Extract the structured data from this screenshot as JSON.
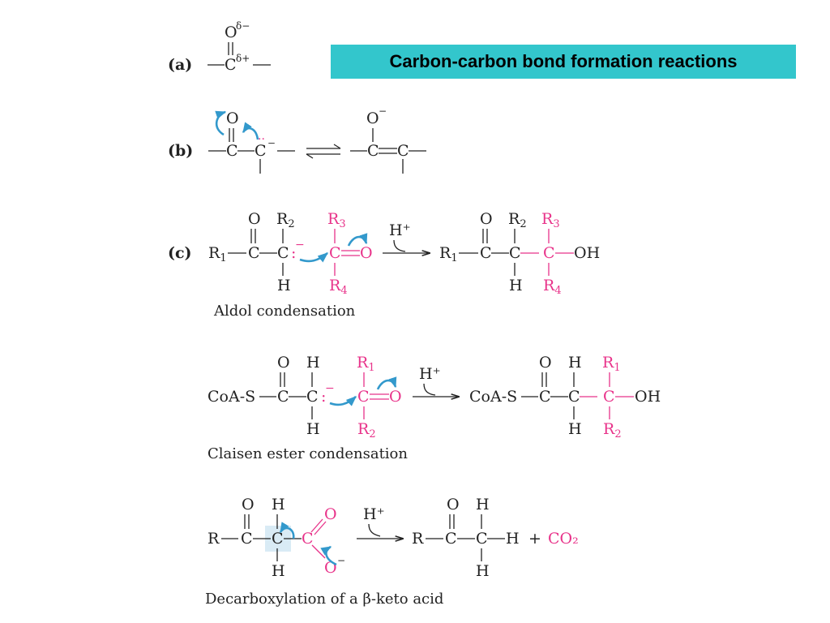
{
  "title": "Carbon-carbon bond formation reactions",
  "colors": {
    "banner": "#33c6cc",
    "highlight": "#e8338a",
    "arrow": "#3399cc",
    "text": "#222222"
  },
  "panels": {
    "a": {
      "label": "(a)"
    },
    "b": {
      "label": "(b)"
    },
    "c": {
      "label": "(c)"
    }
  },
  "captions": {
    "aldol": "Aldol condensation",
    "claisen": "Claisen ester condensation",
    "decarb": "Decarboxylation of a β-keto acid"
  },
  "labels": {
    "acid": "H⁺",
    "co2": "CO₂"
  },
  "icons": [
    "curved-electron-arrow-icon",
    "equilibrium-arrows-icon",
    "reaction-arrow-icon"
  ]
}
